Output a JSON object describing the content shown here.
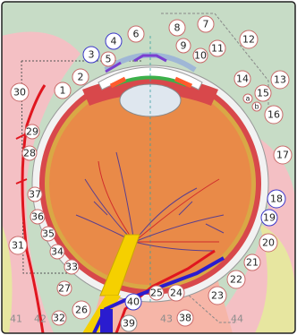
{
  "figure": {
    "background_color": "#ffffff",
    "colors": {
      "orbit_top": "#c7dcc6",
      "orbit_side": "#f4c0c4",
      "sclera": "#f2f2f2",
      "choroid": "#d8484b",
      "retina": "#d9a845",
      "vitreous": "#e98a48",
      "lens": "#dfe7ef",
      "cornea_band": "#ff5a2c",
      "optic_nerve": "#f5d000",
      "artery": "#e0161f",
      "vein": "#2a1ccf",
      "fat_yellow": "#e7e6a0",
      "vessel_branch": "#5a3f8e",
      "circle_stroke": "#c96a6a",
      "circle_stroke_blue": "#3b37c8"
    }
  },
  "callouts": [
    {
      "num": "1"
    },
    {
      "num": "2"
    },
    {
      "num": "3"
    },
    {
      "num": "4"
    },
    {
      "num": "5"
    },
    {
      "num": "6"
    },
    {
      "num": "7"
    },
    {
      "num": "8"
    },
    {
      "num": "9"
    },
    {
      "num": "10"
    },
    {
      "num": "11"
    },
    {
      "num": "12"
    },
    {
      "num": "13"
    },
    {
      "num": "14"
    },
    {
      "num": "15"
    },
    {
      "num": "16"
    },
    {
      "num": "17"
    },
    {
      "num": "18"
    },
    {
      "num": "19"
    },
    {
      "num": "20"
    },
    {
      "num": "21"
    },
    {
      "num": "22"
    },
    {
      "num": "23"
    },
    {
      "num": "24"
    },
    {
      "num": "25"
    },
    {
      "num": "26"
    },
    {
      "num": "27"
    },
    {
      "num": "28"
    },
    {
      "num": "29"
    },
    {
      "num": "30"
    },
    {
      "num": "31"
    },
    {
      "num": "32"
    },
    {
      "num": "33"
    },
    {
      "num": "34"
    },
    {
      "num": "35"
    },
    {
      "num": "36"
    },
    {
      "num": "37"
    },
    {
      "num": "38"
    },
    {
      "num": "39"
    },
    {
      "num": "40"
    },
    {
      "num": "a"
    },
    {
      "num": "b"
    }
  ],
  "bottom_labels": [
    {
      "num": "41"
    },
    {
      "num": "42"
    },
    {
      "num": "43"
    },
    {
      "num": "44"
    }
  ]
}
